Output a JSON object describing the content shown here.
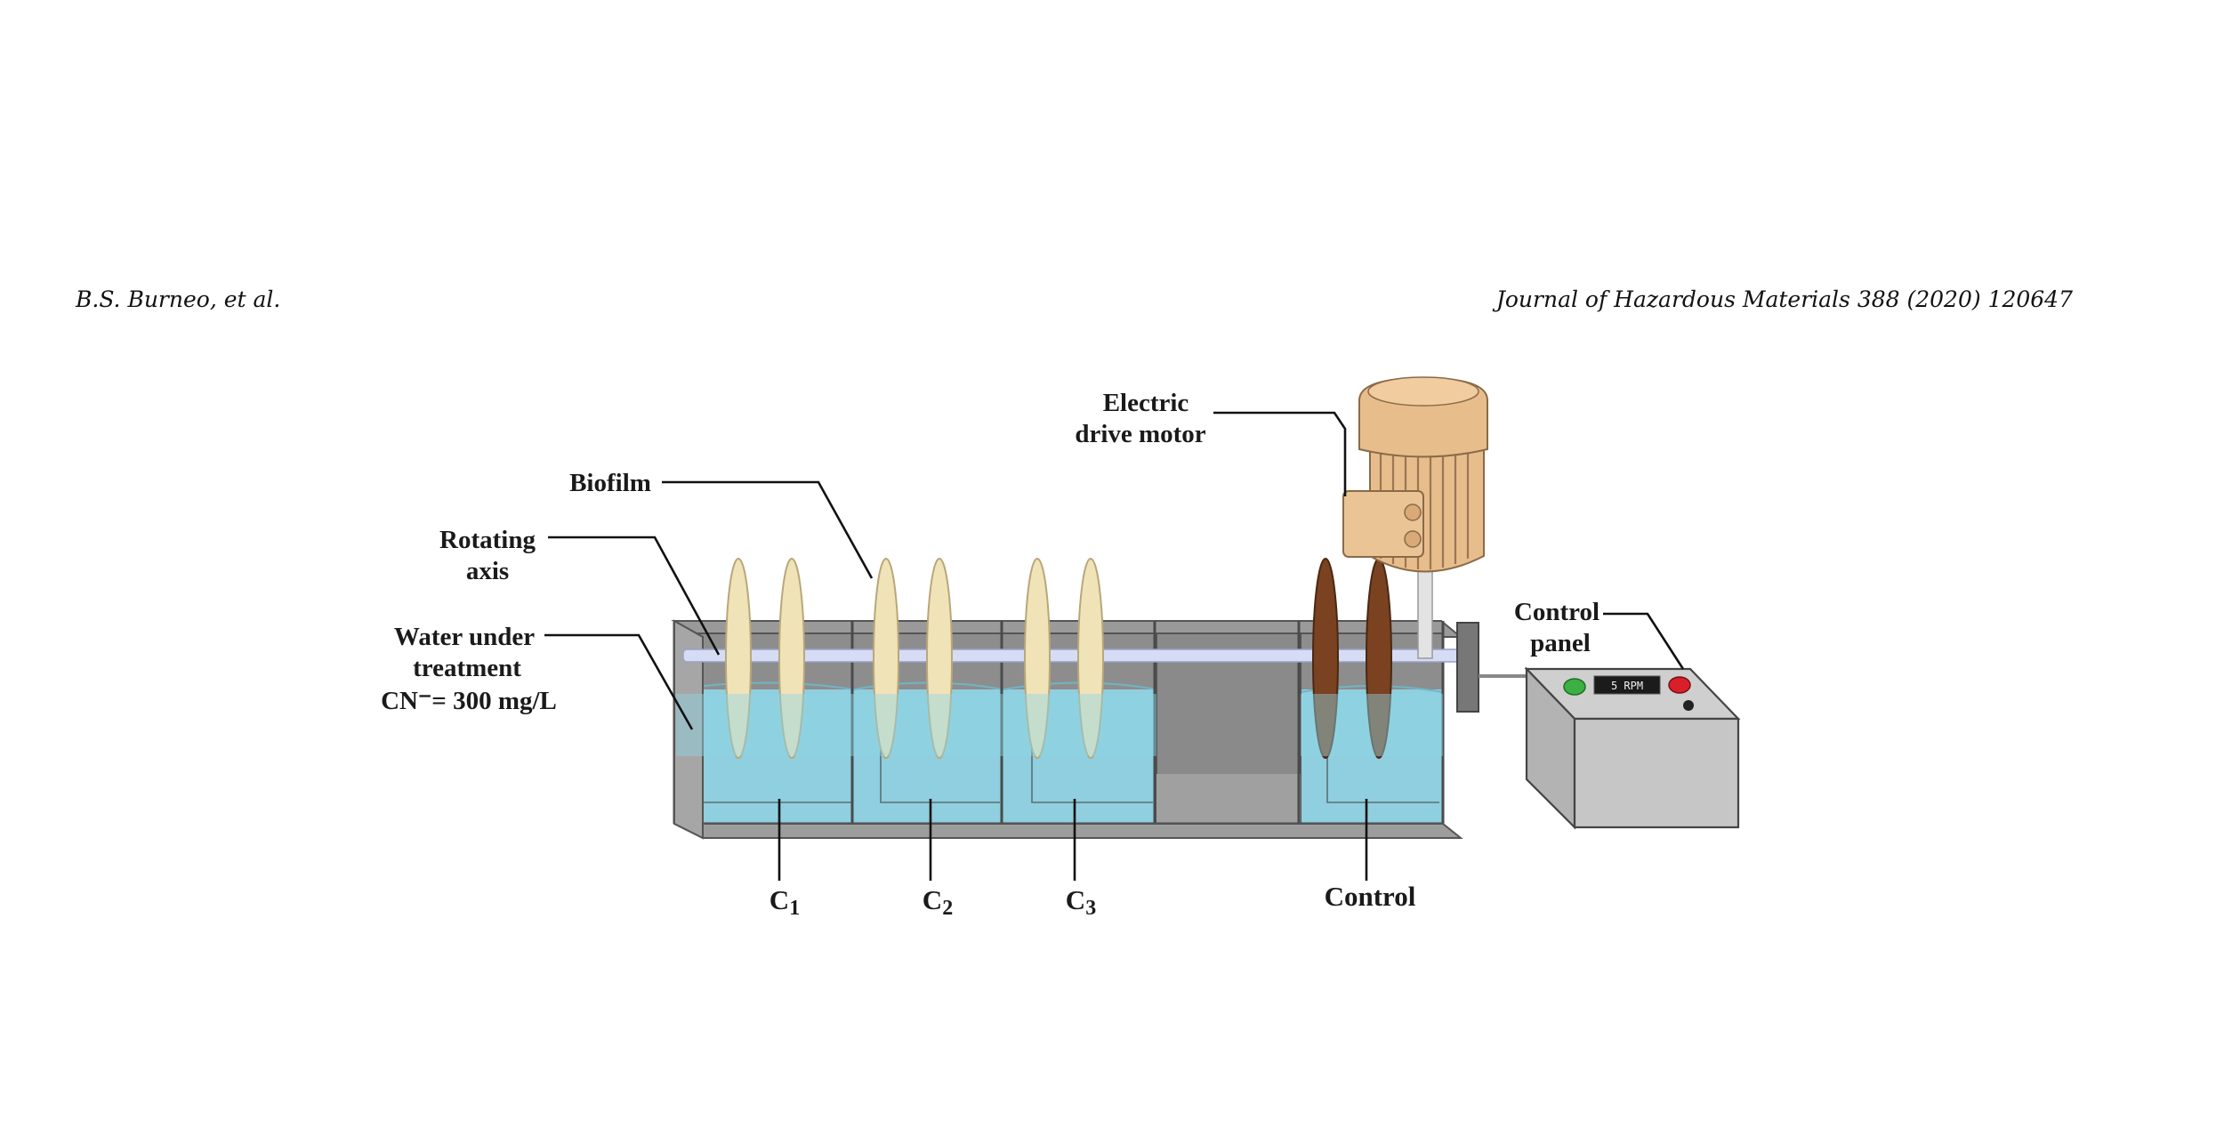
{
  "running_head": {
    "left": "B.S. Burneo, et al.",
    "right": "Journal of Hazardous Materials 388 (2020) 120647"
  },
  "labels": {
    "motor_line1": "Electric",
    "motor_line2": "drive motor",
    "biofilm": "Biofilm",
    "axis_line1": "Rotating",
    "axis_line2": "axis",
    "water_line1": "Water under",
    "water_line2": "treatment",
    "water_line3": "CN⁻= 300 mg/L",
    "panel_line1": "Control",
    "panel_line2": "panel"
  },
  "compartments": [
    {
      "base": "C",
      "sub": "1"
    },
    {
      "base": "C",
      "sub": "2"
    },
    {
      "base": "C",
      "sub": "3"
    },
    {
      "label": "Control"
    }
  ],
  "control_panel": {
    "display": "5 RPM"
  },
  "colors": {
    "water": "#8fd5e6",
    "tank_frame": "#7a7a7a",
    "disc_biofilm": "#f1e3b8",
    "disc_control": "#7a4220",
    "motor": "#e8bd8c",
    "axis": "#d7dcf5",
    "panel_box": "#c9c9c9",
    "button_green": "#3cb043",
    "button_red": "#d9202a"
  }
}
